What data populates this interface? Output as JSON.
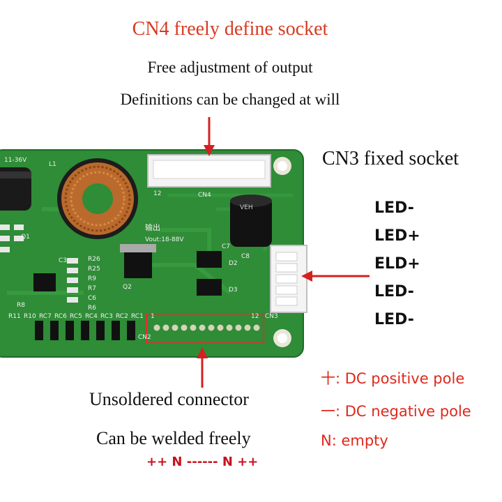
{
  "top": {
    "title": "CN4 freely define socket",
    "line1": "Free adjustment of output",
    "line2": "Definitions can be changed at will"
  },
  "cn3": {
    "title": "CN3 fixed socket",
    "pins": [
      "LED-",
      "LED+",
      "ELD+",
      "LED-",
      "LED-"
    ]
  },
  "bottom": {
    "line1": "Unsoldered connector",
    "line2": "Can be welded freely",
    "pattern": "++ N ------ N ++"
  },
  "legend": {
    "positive_symbol": "十",
    "positive_text": ": DC positive pole",
    "negative_symbol": "一",
    "negative_text": ": DC negative pole",
    "empty_text": "N: empty"
  },
  "board": {
    "input_label": "11-36V",
    "output_label": "输出",
    "vout_label": "Vout:18-88V",
    "silk": {
      "cn4": "CN4",
      "cn3": "CN3",
      "cn2": "CN2",
      "pin12": "12",
      "pin1": "1",
      "l1": "L1",
      "q1": "Q1",
      "q2": "Q2",
      "c3": "C3",
      "c7": "C7",
      "c8": "C8",
      "d2": "D2",
      "d3": "D3",
      "r8": "R8",
      "r26": "R26",
      "r25": "R25",
      "r9": "R9",
      "r7": "R7",
      "c6": "C6",
      "r6": "R6",
      "rc": [
        "R11",
        "R10",
        "RC7",
        "RC6",
        "RC5",
        "RC4",
        "RC3",
        "RC2",
        "RC1"
      ],
      "cap_print": "VEH"
    }
  },
  "colors": {
    "title_red": "#d83a22",
    "legend_red": "#e0281c",
    "pcb_green": "#2f8c37",
    "arrow_red": "#d42020"
  }
}
